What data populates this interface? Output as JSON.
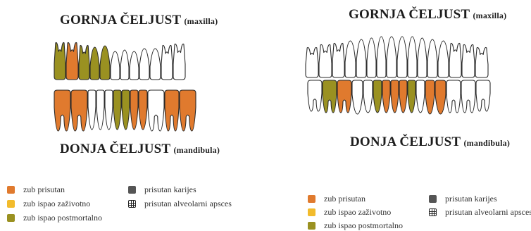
{
  "colors": {
    "present": "#e07a2e",
    "lost_antemortem": "#f2bb2c",
    "lost_postmortem": "#9a9121",
    "caries": "#555555",
    "outline": "#2a2a2a",
    "empty_fill": "#ffffff"
  },
  "left": {
    "upper_title": "GORNJA ČELJUST",
    "upper_subtitle": "(maxilla)",
    "lower_title": "DONJA ČELJUST",
    "lower_subtitle": "(mandibula)",
    "upper_teeth": [
      "lost_postmortem",
      "present",
      "lost_postmortem",
      "lost_postmortem",
      "lost_postmortem",
      "empty",
      "empty",
      "empty",
      "empty",
      "empty",
      "empty",
      "empty"
    ],
    "lower_teeth": [
      "present",
      "present",
      "empty",
      "empty",
      "empty",
      "lost_postmortem",
      "lost_postmortem",
      "present",
      "present",
      "empty",
      "present",
      "present"
    ]
  },
  "right": {
    "upper_title": "GORNJA ČELJUST",
    "upper_subtitle": "(maxilla)",
    "lower_title": "DONJA ČELJUST",
    "lower_subtitle": "(mandibula)",
    "upper_teeth": [
      "empty",
      "empty",
      "empty",
      "empty",
      "empty",
      "empty",
      "empty",
      "empty",
      "empty",
      "empty",
      "empty",
      "empty",
      "empty",
      "empty",
      "empty",
      "empty"
    ],
    "lower_teeth": [
      "empty",
      "lost_postmortem",
      "present",
      "empty",
      "empty",
      "lost_postmortem",
      "present",
      "present",
      "present",
      "lost_postmortem",
      "empty",
      "present",
      "present",
      "empty",
      "empty",
      "empty"
    ]
  },
  "legend": {
    "present": "zub prisutan",
    "lost_antemortem": "zub ispao zaživotno",
    "lost_postmortem": "zub ispao postmortalno",
    "caries": "prisutan karijes",
    "abscess": "prisutan alveolarni apsces"
  }
}
